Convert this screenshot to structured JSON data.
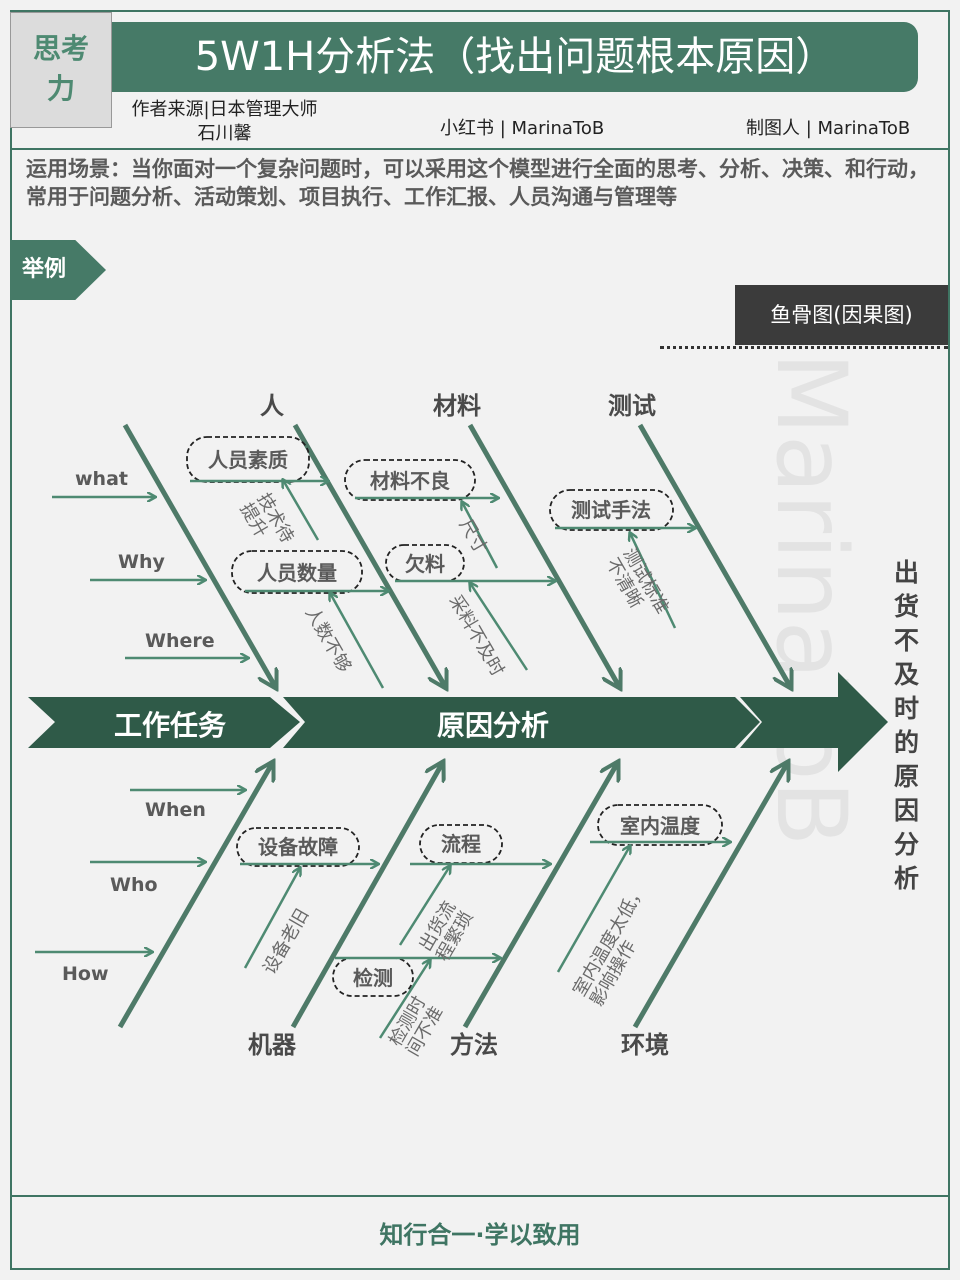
{
  "badge": {
    "line1": "思考",
    "line2": "力"
  },
  "header": {
    "title": "5W1H分析法（找出问题根本原因）",
    "author_line1": "作者来源|日本管理大师",
    "author_line2": "石川馨",
    "xiaohongshu": "小红书 | MarinaToB",
    "maker": "制图人 | MarinaToB"
  },
  "usage": "运用场景：当你面对一个复杂问题时，可以采用这个模型进行全面的思考、分析、决策、和行动，常用于问题分析、活动策划、项目执行、工作汇报、人员沟通与管理等",
  "example_tag": "举例",
  "fishbone_tag": "鱼骨图(因果图)",
  "watermark": "MarinaToB",
  "diagram": {
    "spine": [
      "工作任务",
      "原因分析"
    ],
    "head": "出货不及时的原因分析",
    "questions": [
      "what",
      "Why",
      "Where",
      "When",
      "Who",
      "How"
    ],
    "categories_top": [
      "人",
      "材料",
      "测试"
    ],
    "categories_bottom": [
      "机器",
      "方法",
      "环境"
    ],
    "causes": {
      "person_quality": "人员素质",
      "person_quality_sub": "技术待提升",
      "person_count": "人员数量",
      "person_count_sub": "人数不够",
      "material_bad": "材料不良",
      "material_bad_sub": "尺寸",
      "material_short": "欠料",
      "material_short_sub": "采料不及时",
      "test_method": "测试手法",
      "test_method_sub": "测试标准不清晰",
      "machine_fault": "设备故障",
      "machine_fault_sub": "设备老旧",
      "process": "流程",
      "process_sub": "出货流程繁琐",
      "inspection": "检测",
      "inspection_sub": "检测时间不准",
      "temperature": "室内温度",
      "temperature_sub": "室内温度太低，影响操作"
    }
  },
  "footer": "知行合一·学以致用",
  "colors": {
    "primary": "#467a67",
    "spine": "#2f5a48",
    "line": "#4e8a72",
    "text": "#5a5a5a"
  }
}
